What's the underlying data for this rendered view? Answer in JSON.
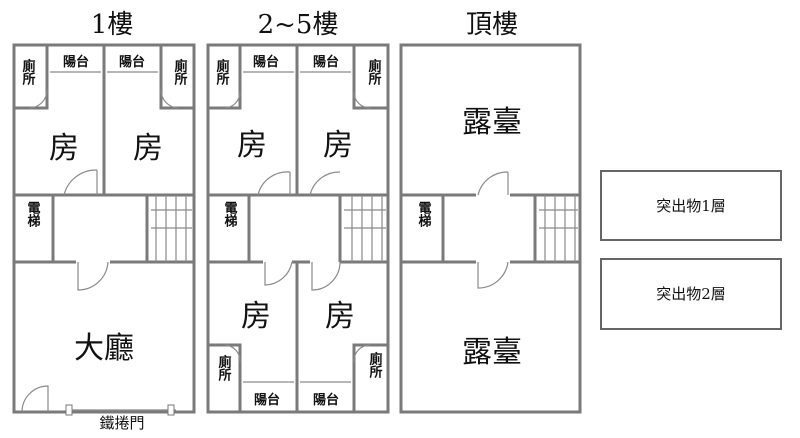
{
  "floors": [
    {
      "title": "1樓",
      "rooms": [
        "廁所",
        "陽台",
        "陽台",
        "廁所",
        "房",
        "房",
        "電梯",
        "大廳"
      ],
      "door_label": "鐵捲門"
    },
    {
      "title": "2~5樓",
      "rooms": [
        "廁所",
        "陽台",
        "陽台",
        "廁所",
        "房",
        "房",
        "電梯",
        "房",
        "房",
        "廁所",
        "陽台",
        "陽台",
        "廁所"
      ]
    },
    {
      "title": "頂樓",
      "rooms": [
        "露臺",
        "電梯",
        "露臺"
      ]
    }
  ],
  "protrusions": [
    "突出物1層",
    "突出物2層"
  ]
}
